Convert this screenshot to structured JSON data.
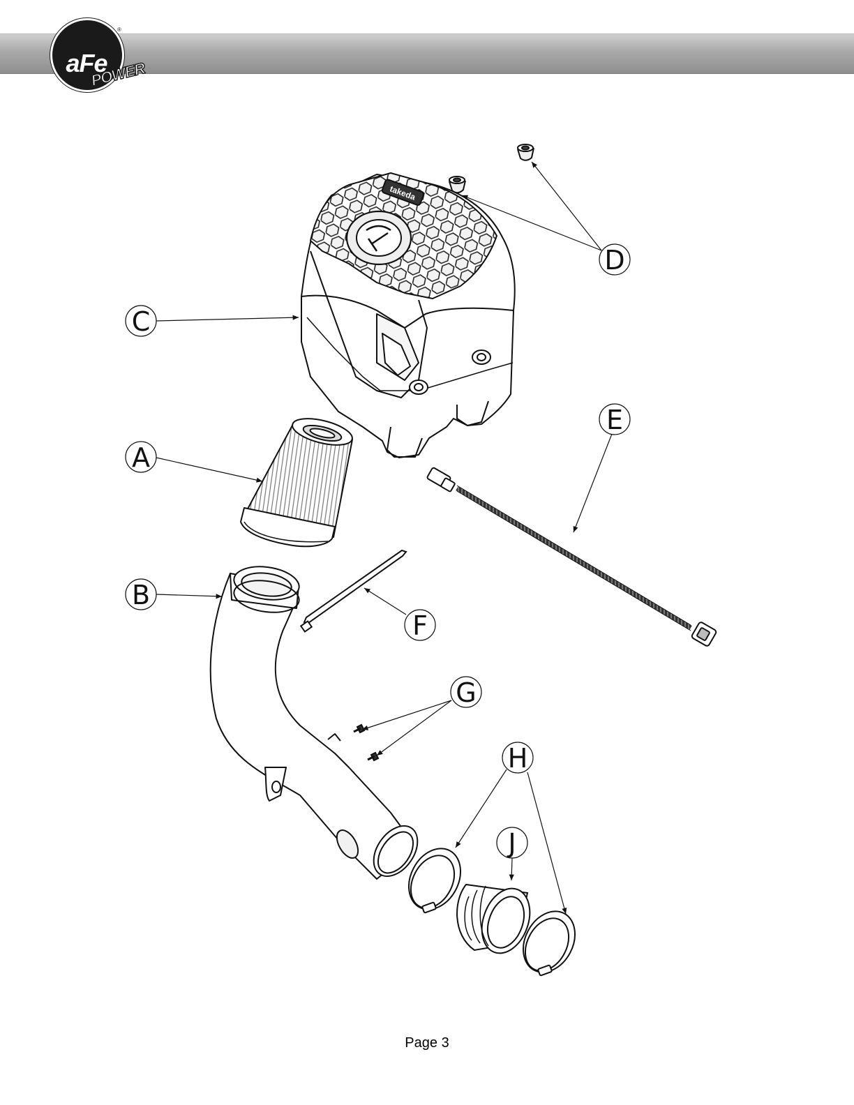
{
  "header": {
    "logo": {
      "brand_afe": "aFe",
      "brand_power": "POWER",
      "registered": "®"
    }
  },
  "callouts": {
    "A": "A",
    "B": "B",
    "C": "C",
    "D": "D",
    "E": "E",
    "F": "F",
    "G": "G",
    "H": "H",
    "J": "J"
  },
  "housing_badge": "takeda",
  "footer": {
    "page_label": "Page 3"
  }
}
